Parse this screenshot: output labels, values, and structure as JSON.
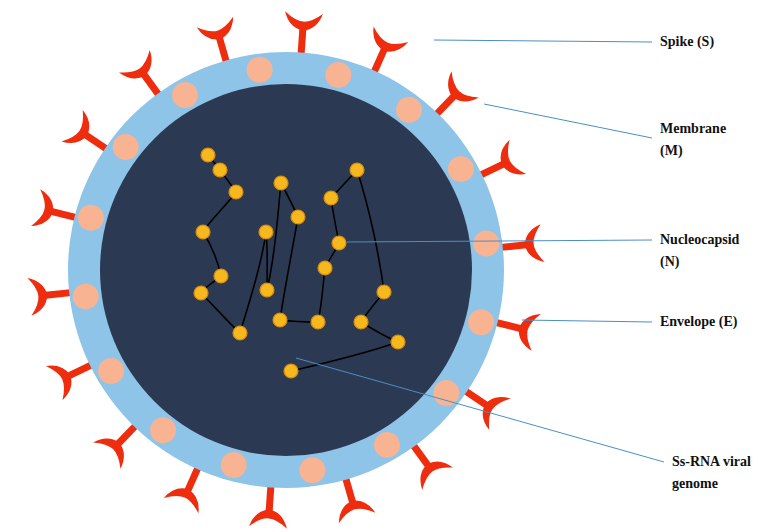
{
  "diagram": {
    "labels": [
      "Spike (S)",
      "Membrane (M)",
      "Nucleocapsid (N)",
      "Envelope (E)",
      "Ss-RNA viral genome"
    ]
  }
}
